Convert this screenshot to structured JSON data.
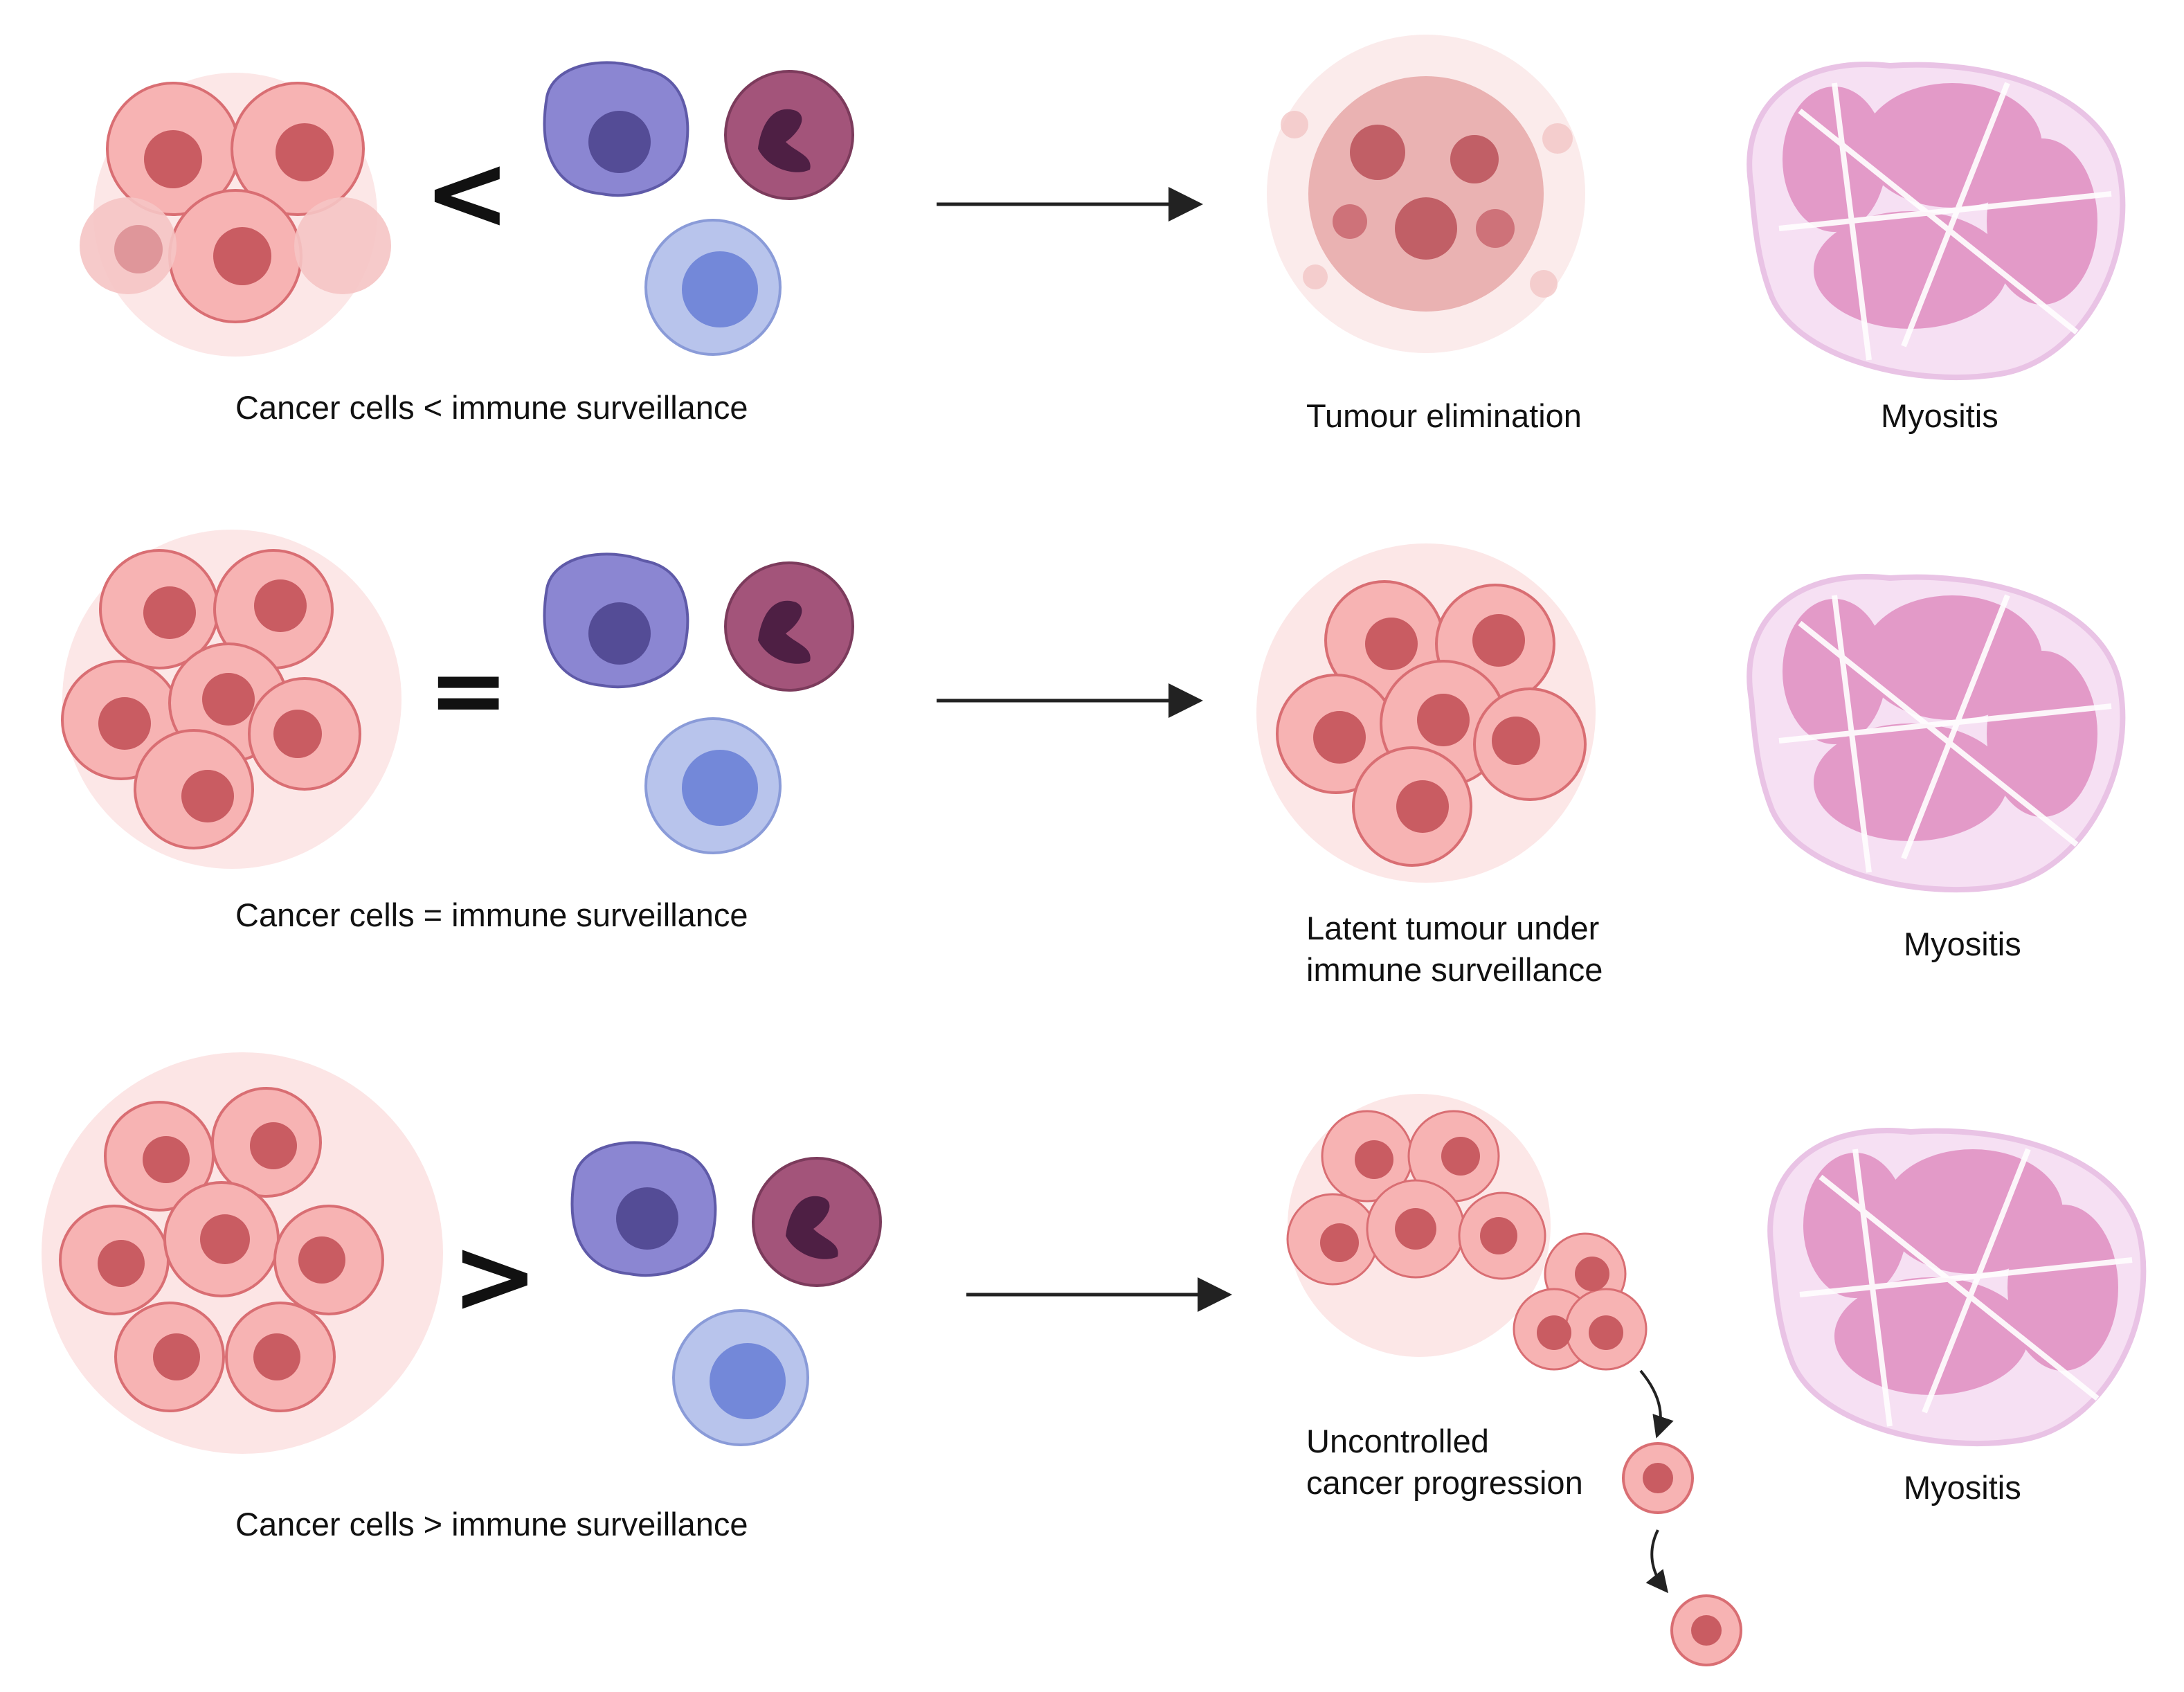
{
  "rows": [
    {
      "comparison_symbol": "<",
      "caption": "Cancer cells < immune surveillance",
      "outcome": [
        "Tumour elimination"
      ],
      "tissue_label": "Myositis"
    },
    {
      "comparison_symbol": "=",
      "caption": "Cancer cells = immune surveillance",
      "outcome": [
        "Latent tumour under",
        "immune surveillance"
      ],
      "tissue_label": "Myositis"
    },
    {
      "comparison_symbol": ">",
      "caption": "Cancer cells > immune surveillance",
      "outcome": [
        "Uncontrolled",
        "cancer progression"
      ],
      "tissue_label": "Myositis"
    }
  ],
  "colors": {
    "cancer_cell": "#f19a9a",
    "cancer_cell_edge": "#d86f73",
    "cancer_nucleus": "#c95c62",
    "macrophage": "#8b86d2",
    "neutrophil": "#a3547a",
    "lymphocyte": "#b8c4ec",
    "muscle_fiber": "#e39ac8",
    "muscle_bg": "#f6e0f3"
  }
}
